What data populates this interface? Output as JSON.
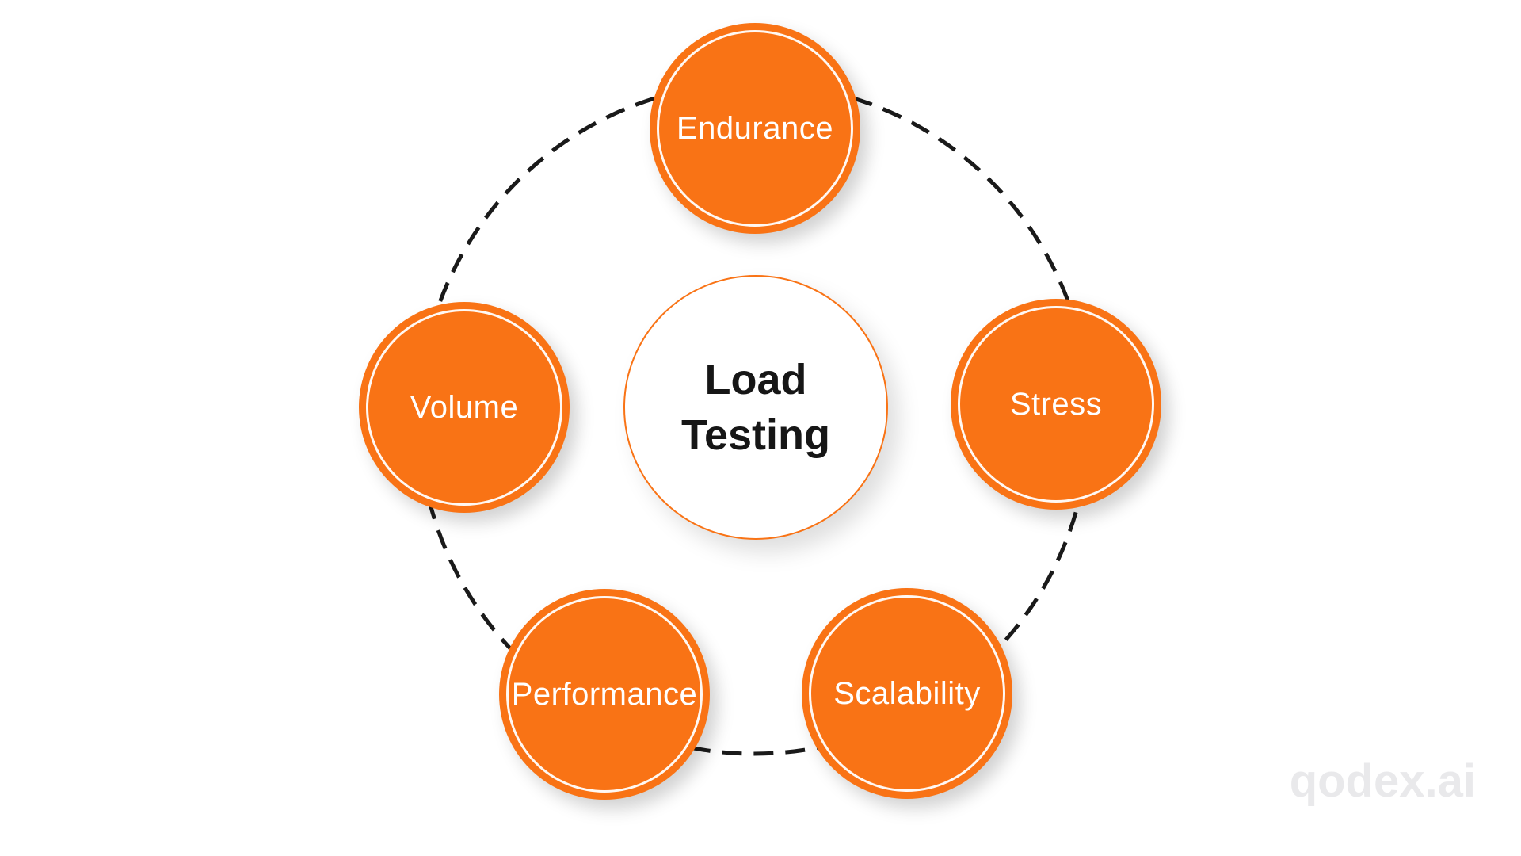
{
  "diagram": {
    "center": {
      "line1": "Load",
      "line2": "Testing"
    },
    "nodes": [
      {
        "id": "endurance",
        "label": "Endurance"
      },
      {
        "id": "volume",
        "label": "Volume"
      },
      {
        "id": "stress",
        "label": "Stress"
      },
      {
        "id": "performance",
        "label": "Performance"
      },
      {
        "id": "scalability",
        "label": "Scalability"
      }
    ]
  },
  "watermark": {
    "text": "qodex.ai"
  },
  "colors": {
    "background": "#FFFFFF",
    "node_fill": "#F97315",
    "node_text": "#FFFFFF",
    "node_inner_ring": "#FFFFFF",
    "center_border": "#F97315",
    "center_text": "#161616",
    "dash": "#1A1A1A",
    "watermark": "#E9E9EB"
  }
}
